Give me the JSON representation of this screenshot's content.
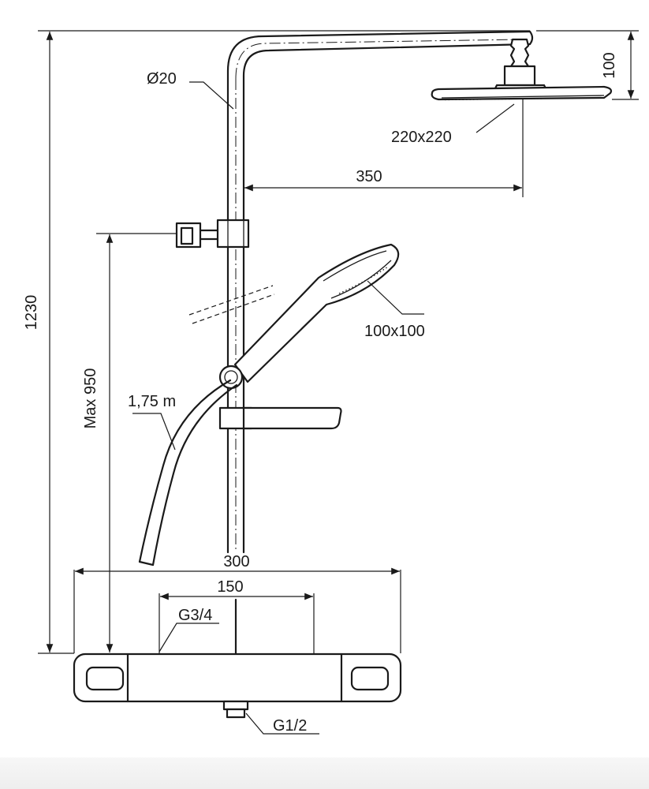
{
  "diagram": {
    "labels": {
      "total_height": "1230",
      "bar_diameter": "Ø20",
      "head_height": "100",
      "head_size": "220x220",
      "arm_reach": "350",
      "max_holder_height": "Max 950",
      "hand_shower_size": "100x100",
      "hose_length": "1,75 m",
      "body_width": "300",
      "inlet_spacing": "150",
      "inlet_thread": "G3/4",
      "outlet_thread": "G1/2"
    },
    "colors": {
      "line": "#1a1a1a",
      "background": "#ffffff"
    }
  }
}
